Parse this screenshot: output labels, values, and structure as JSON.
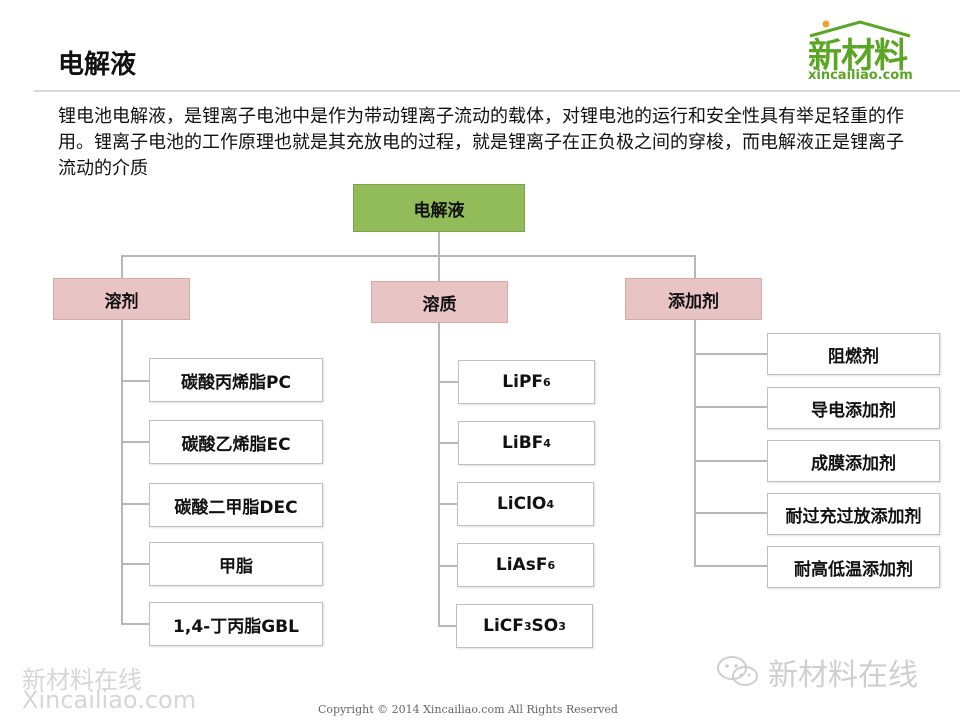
{
  "header": {
    "title": "电解液",
    "logo_cn": "新材料",
    "logo_en": "xincailiao.com"
  },
  "intro": "锂电池电解液，是锂离子电池中是作为带动锂离子流动的载体，对锂电池的运行和安全性具有举足轻重的作用。锂离子电池的工作原理也就是其充放电的过程，就是锂离子在正负极之间的穿梭，而电解液正是锂离子流动的介质",
  "diagram": {
    "root": "电解液",
    "categories": [
      {
        "label": "溶剂",
        "items": [
          "碳酸丙烯脂PC",
          "碳酸乙烯脂EC",
          "碳酸二甲脂DEC",
          "甲脂",
          "1,4-丁丙脂GBL"
        ]
      },
      {
        "label": "溶质",
        "items": [
          {
            "base": "LiPF",
            "sub": "6",
            "tail": "",
            "sub2": ""
          },
          {
            "base": "LiBF",
            "sub": "4",
            "tail": "",
            "sub2": ""
          },
          {
            "base": "LiClO",
            "sub": "4",
            "tail": "",
            "sub2": ""
          },
          {
            "base": "LiAsF",
            "sub": "6",
            "tail": "",
            "sub2": ""
          },
          {
            "base": "LiCF",
            "sub": "3",
            "tail": "SO",
            "sub2": "3"
          }
        ]
      },
      {
        "label": "添加剂",
        "items": [
          "阻燃剂",
          "导电添加剂",
          "成膜添加剂",
          "耐过充过放添加剂",
          "耐高低温添加剂"
        ]
      }
    ]
  },
  "footer": {
    "copyright": "Copyright © 2014   Xincailiao.com    All Rights Reserved",
    "watermark_left_cn": "新材料在线",
    "watermark_left_en": "Xincailiao.com",
    "watermark_right": "新材料在线"
  },
  "colors": {
    "root_fill": "#92bb5a",
    "category_fill": "#e8c4c5",
    "brand_green": "#5aa524"
  }
}
